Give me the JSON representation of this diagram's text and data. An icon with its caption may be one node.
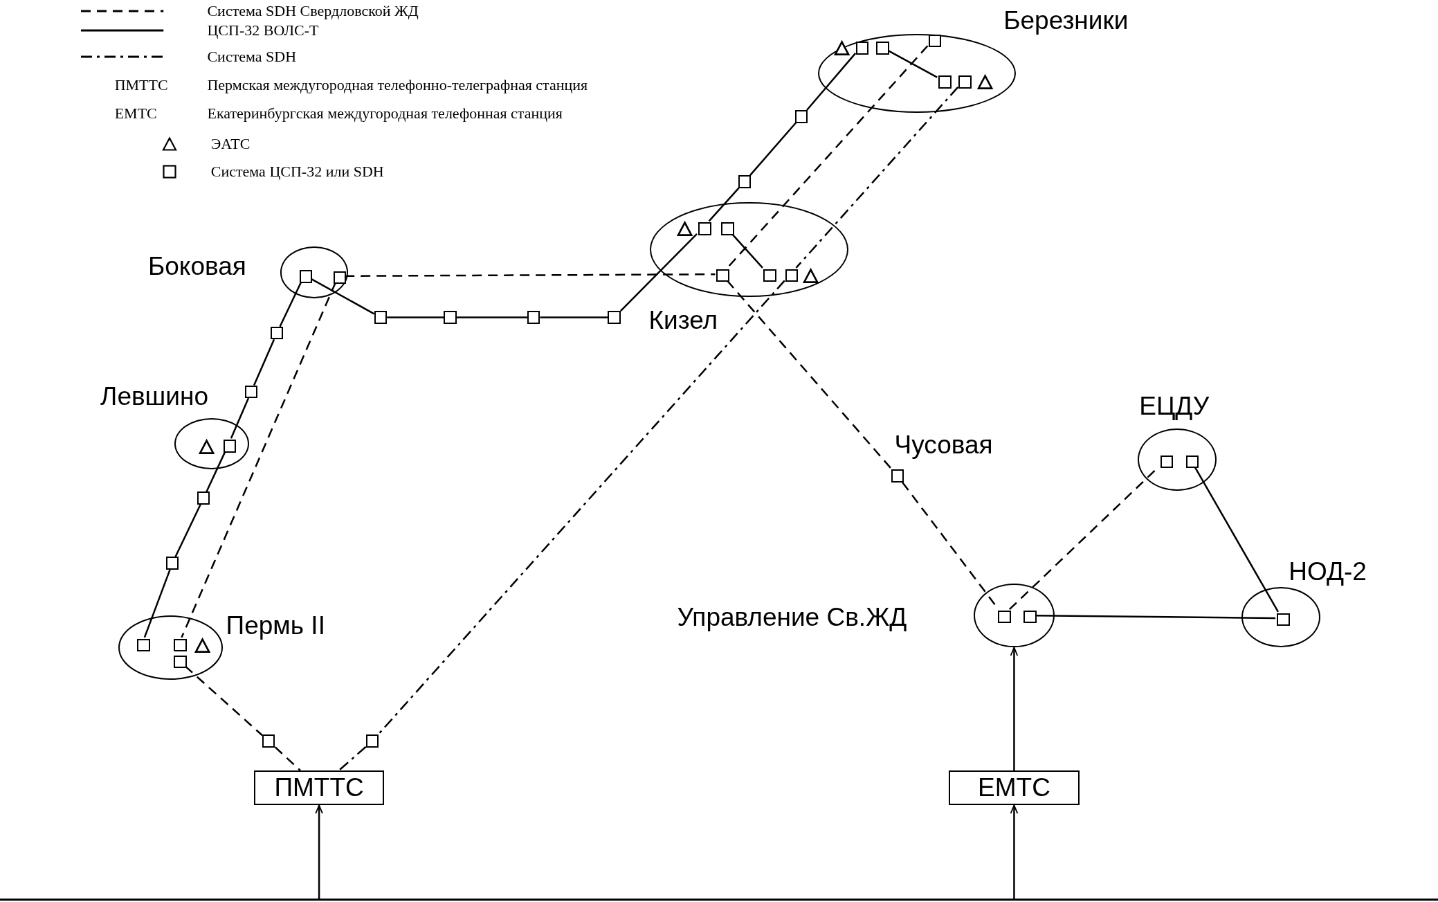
{
  "diagram": {
    "nodes": [
      {
        "text": [
          "Березники"
        ]
      },
      {
        "text": [],
        "shape": "triangle",
        "in": 0
      },
      {
        "text": [],
        "shape": "box",
        "in": 0
      },
      {
        "text": [],
        "shape": "box",
        "in": 0
      },
      {
        "text": [],
        "shape": "box",
        "in": 0
      },
      {
        "text": [],
        "shape": "box",
        "in": 0
      },
      {
        "text": [],
        "shape": "box",
        "in": 0
      },
      {
        "text": [],
        "shape": "triangle",
        "in": 0
      },
      {
        "text": [],
        "shape": "box"
      },
      {
        "text": [],
        "shape": "box"
      },
      {
        "text": [
          "Кизел"
        ]
      },
      {
        "text": [],
        "shape": "triangle",
        "in": 10
      },
      {
        "text": [],
        "shape": "box",
        "in": 10
      },
      {
        "text": [],
        "shape": "box",
        "in": 10
      },
      {
        "text": [],
        "shape": "box",
        "in": 10
      },
      {
        "text": [],
        "shape": "box",
        "in": 10
      },
      {
        "text": [],
        "shape": "box",
        "in": 10
      },
      {
        "text": [],
        "shape": "triangle",
        "in": 10
      },
      {
        "text": [
          "Боковая"
        ]
      },
      {
        "text": [],
        "shape": "box",
        "in": 18
      },
      {
        "text": [],
        "shape": "box",
        "in": 18
      },
      {
        "text": [],
        "shape": "box"
      },
      {
        "text": [],
        "shape": "box"
      },
      {
        "text": [],
        "shape": "box"
      },
      {
        "text": [],
        "shape": "box"
      },
      {
        "text": [],
        "shape": "box"
      },
      {
        "text": [],
        "shape": "box"
      },
      {
        "text": [
          "Левшино"
        ]
      },
      {
        "text": [],
        "shape": "triangle",
        "in": 27
      },
      {
        "text": [],
        "shape": "box",
        "in": 27
      },
      {
        "text": [
          "ЕЦДУ"
        ]
      },
      {
        "text": [],
        "shape": "box",
        "in": 30
      },
      {
        "text": [],
        "shape": "box",
        "in": 30
      },
      {
        "text": [],
        "shape": "box",
        "beside": [
          "Чусовая"
        ]
      },
      {
        "text": [],
        "shape": "box"
      },
      {
        "text": [],
        "shape": "box"
      },
      {
        "text": [
          "НОД-2"
        ]
      },
      {
        "text": [],
        "shape": "box",
        "in": 36
      },
      {
        "text": [
          "Управление Св.ЖД"
        ]
      },
      {
        "text": [],
        "shape": "box",
        "in": 38
      },
      {
        "text": [],
        "shape": "box",
        "in": 38
      },
      {
        "text": [
          "Пермь II"
        ]
      },
      {
        "text": [],
        "shape": "box",
        "in": 41
      },
      {
        "text": [],
        "shape": "box",
        "in": 41
      },
      {
        "text": [],
        "shape": "triangle",
        "in": 41
      },
      {
        "text": [],
        "shape": "box",
        "in": 41
      },
      {
        "text": [],
        "shape": "box"
      },
      {
        "text": [],
        "shape": "box"
      },
      {
        "text": [
          "ПМТТС"
        ]
      },
      {
        "text": [
          "ЕМТС"
        ]
      },
      {
        "text": [],
        "shape": "bar"
      }
    ],
    "edges": [
      {
        "from": 2,
        "to": 8,
        "arrow": "none"
      },
      {
        "from": 8,
        "to": 9,
        "arrow": "none"
      },
      {
        "from": 9,
        "to": 12,
        "arrow": "none"
      },
      {
        "from": 3,
        "to": 5,
        "arrow": "none"
      },
      {
        "from": 13,
        "to": 15,
        "arrow": "none"
      },
      {
        "from": 12,
        "to": 24,
        "arrow": "none"
      },
      {
        "from": 24,
        "to": 23,
        "arrow": "none"
      },
      {
        "from": 23,
        "to": 22,
        "arrow": "none"
      },
      {
        "from": 22,
        "to": 21,
        "arrow": "none"
      },
      {
        "from": 21,
        "to": 19,
        "arrow": "none"
      },
      {
        "from": 19,
        "to": 25,
        "arrow": "none"
      },
      {
        "from": 25,
        "to": 26,
        "arrow": "none"
      },
      {
        "from": 26,
        "to": 29,
        "arrow": "none"
      },
      {
        "from": 29,
        "to": 34,
        "arrow": "none"
      },
      {
        "from": 34,
        "to": 35,
        "arrow": "none"
      },
      {
        "from": 35,
        "to": 42,
        "arrow": "none"
      },
      {
        "from": 40,
        "to": 37,
        "arrow": "none"
      },
      {
        "from": 32,
        "to": 37,
        "arrow": "none"
      },
      {
        "from": 4,
        "to": 14,
        "arrow": "none",
        "style": "dashed"
      },
      {
        "from": 20,
        "to": 14,
        "arrow": "none",
        "style": "dashed"
      },
      {
        "from": 14,
        "to": 33,
        "arrow": "none",
        "style": "dashed"
      },
      {
        "from": 33,
        "to": 39,
        "arrow": "none",
        "style": "dashed"
      },
      {
        "from": 39,
        "to": 31,
        "arrow": "none",
        "style": "dashed"
      },
      {
        "from": 20,
        "to": 43,
        "arrow": "none",
        "style": "dashed"
      },
      {
        "from": 45,
        "to": 46,
        "arrow": "none",
        "style": "dashed"
      },
      {
        "from": 46,
        "to": 48,
        "arrow": "none",
        "style": "dashed"
      },
      {
        "from": 6,
        "to": 16,
        "arrow": "none",
        "style": "dashed"
      },
      {
        "from": 16,
        "to": 47,
        "arrow": "none",
        "style": "dashed"
      },
      {
        "from": 47,
        "to": 48,
        "arrow": "none",
        "style": "dashed"
      },
      {
        "from": 50,
        "to": 48,
        "arrow": "to"
      },
      {
        "from": 50,
        "to": 49,
        "arrow": "to"
      },
      {
        "from": 49,
        "to": 38,
        "arrow": "to"
      }
    ],
    "labels": [
      "ПМТТС",
      "Пермская междугородная телефонно-телеграфная станция",
      "ЕМТС",
      "Екатеринбургская междугородная телефонная станция"
    ],
    "legend": [
      {
        "text": "Система SDH Свердловской ЖД"
      },
      {
        "text": "ЦСП-32 ВОЛС-Т"
      },
      {
        "text": "Система SDH"
      },
      {
        "text": "ЭАТС"
      },
      {
        "text": "Система ЦСП-32 или SDH"
      }
    ]
  }
}
